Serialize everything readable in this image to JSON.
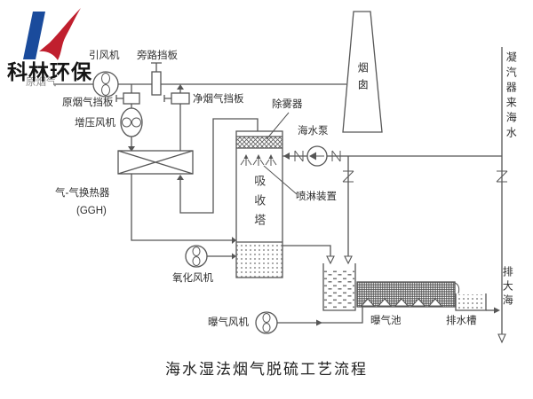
{
  "diagram_title": "海水湿法烟气脱硫工艺流程",
  "logo": {
    "company_name": "科林环保"
  },
  "labels": {
    "raw_flue_gas": "原烟气",
    "induced_draft_fan": "引风机",
    "bypass_damper": "旁路挡板",
    "raw_gas_damper": "原烟气挡板",
    "booster_fan": "增压风机",
    "clean_gas_damper": "净烟气挡板",
    "demister": "除雾器",
    "seawater_pump": "海水泵",
    "gas_gas_heater": "气-气换热器",
    "ggh_abbr": "(GGH)",
    "spray_device": "喷淋装置",
    "absorption_tower": "吸收塔",
    "oxidation_fan": "氧化风机",
    "aeration_fan": "曝气风机",
    "aeration_pool": "曝气池",
    "drain_channel": "排水槽",
    "chimney": "烟囱",
    "seawater_from_condenser": "凝汽器来海水",
    "discharge_to_sea": "排大海"
  },
  "symbols": {
    "fan": "circle-with-impeller-icon",
    "booster_fan": "ellipse-with-twin-rotor-icon",
    "pump": "circle-with-flow-arrow-icon",
    "damper": "rect-with-actuator-icon",
    "valve_inline": "N-glyph-valve-icon",
    "valve_vertical": "Z-glyph-valve-icon",
    "heat_exchanger": "rect-with-x-cross-icon",
    "flow_arrow_solid": "filled-triangle-arrow-icon",
    "flow_arrow_hollow": "outlined-triangle-arrow-icon"
  },
  "colors": {
    "line": "#565656",
    "label_text": "#2e2e2e",
    "logo_blue": "#1a4b9c",
    "logo_red": "#c01f2e",
    "background": "#ffffff"
  }
}
